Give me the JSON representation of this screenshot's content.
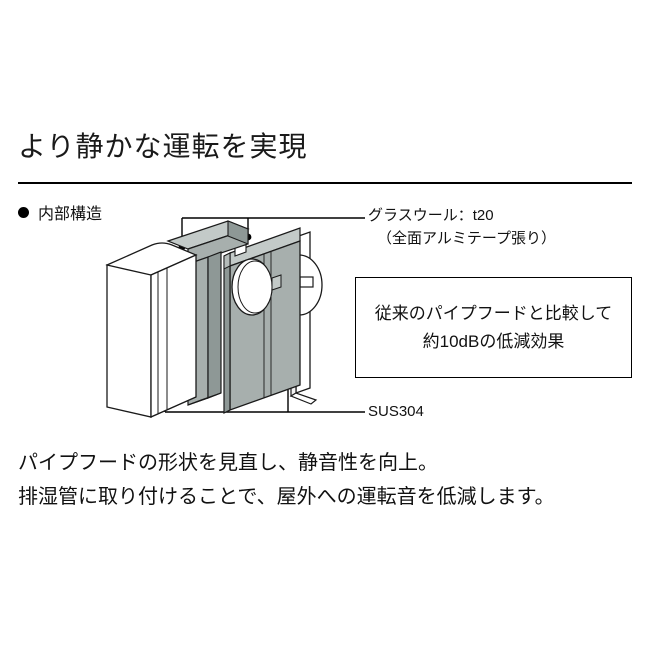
{
  "heading": {
    "title": "より静かな運転を実現"
  },
  "section": {
    "bullet_icon": "filled-circle-bullet",
    "label": "内部構造"
  },
  "callouts": {
    "glasswool": {
      "line1": "グラスウール：t20",
      "line2": "（全面アルミテープ張り）",
      "leader_icon": "leader-line"
    },
    "sus": {
      "label": "SUS304",
      "leader_icon": "leader-line"
    }
  },
  "emphasis_box": {
    "line1": "従来のパイプフードと比較して",
    "line2": "約10dBの低減効果"
  },
  "body": {
    "line1": "パイプフードの形状を見直し、静音性を向上。",
    "line2": "排湿管に取り付けることで、屋外への運転音を低減します。"
  },
  "diagram": {
    "name": "exploded-pipe-hood-illustration",
    "parts": [
      "hood-cover",
      "glass-wool-panel",
      "inner-plate",
      "back-plate-duct"
    ]
  },
  "colors": {
    "ink": "#111111",
    "rule": "#000000",
    "panel_face": "#a7afad",
    "panel_light": "#c3cac8",
    "panel_dark": "#8e9896",
    "cover_white": "#ffffff",
    "outline": "#1a1a1a"
  }
}
